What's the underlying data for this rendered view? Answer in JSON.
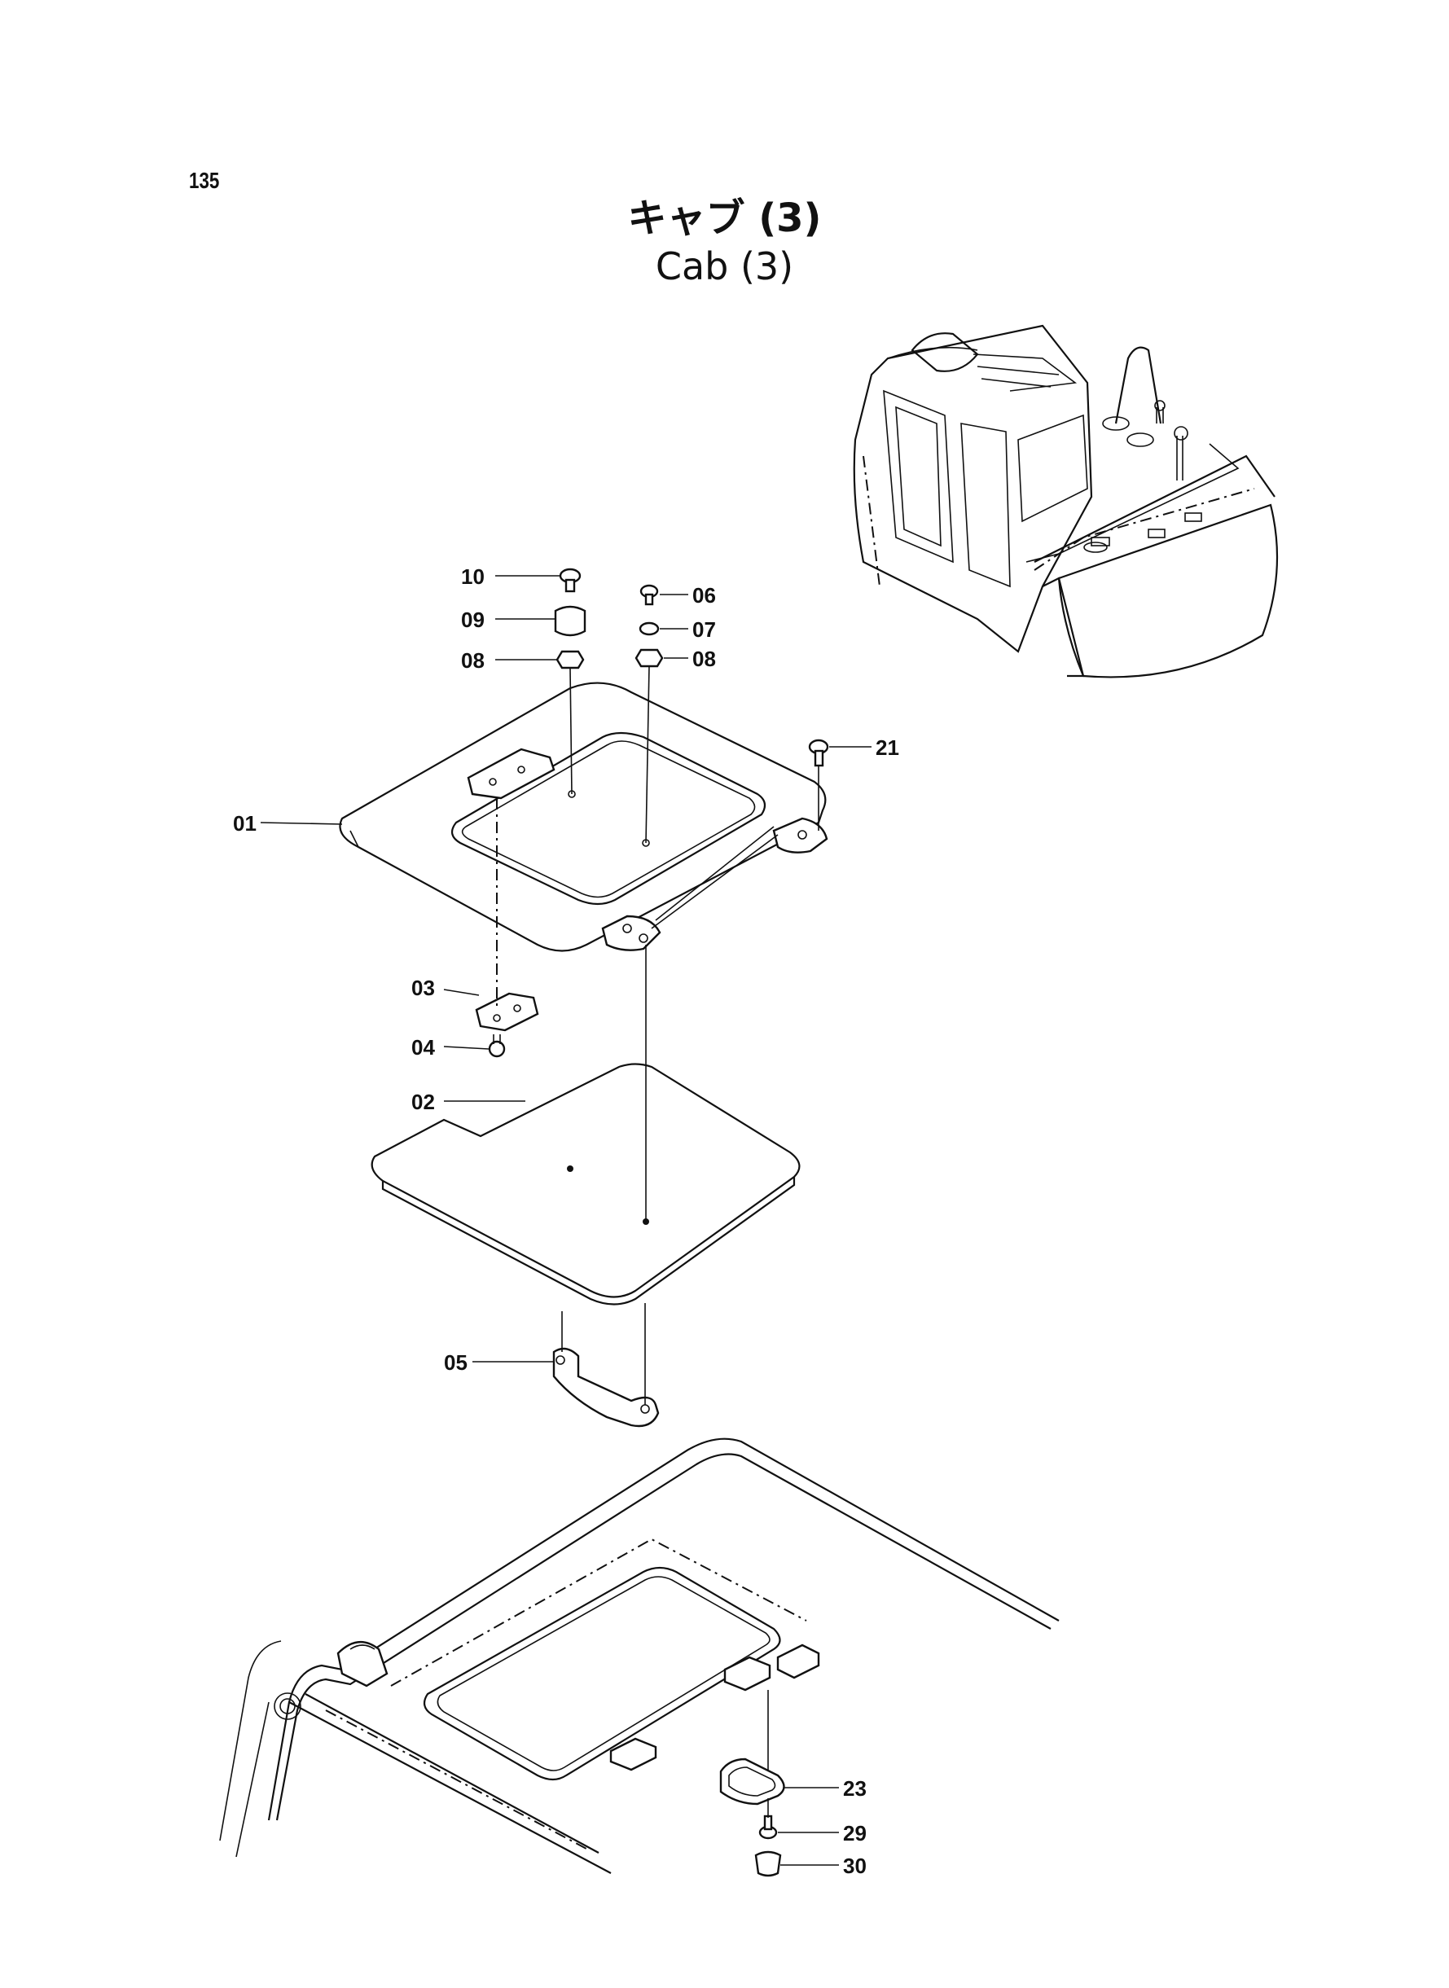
{
  "page": {
    "number": "135"
  },
  "title": {
    "ja": "キャブ (3)",
    "en": "Cab (3)"
  },
  "callouts": [
    {
      "id": "01",
      "label": "01"
    },
    {
      "id": "02",
      "label": "02"
    },
    {
      "id": "03",
      "label": "03"
    },
    {
      "id": "04",
      "label": "04"
    },
    {
      "id": "05",
      "label": "05"
    },
    {
      "id": "06",
      "label": "06"
    },
    {
      "id": "07",
      "label": "07"
    },
    {
      "id": "08a",
      "label": "08"
    },
    {
      "id": "08b",
      "label": "08"
    },
    {
      "id": "09",
      "label": "09"
    },
    {
      "id": "10",
      "label": "10"
    },
    {
      "id": "21",
      "label": "21"
    },
    {
      "id": "23",
      "label": "23"
    },
    {
      "id": "29",
      "label": "29"
    },
    {
      "id": "30",
      "label": "30"
    }
  ]
}
